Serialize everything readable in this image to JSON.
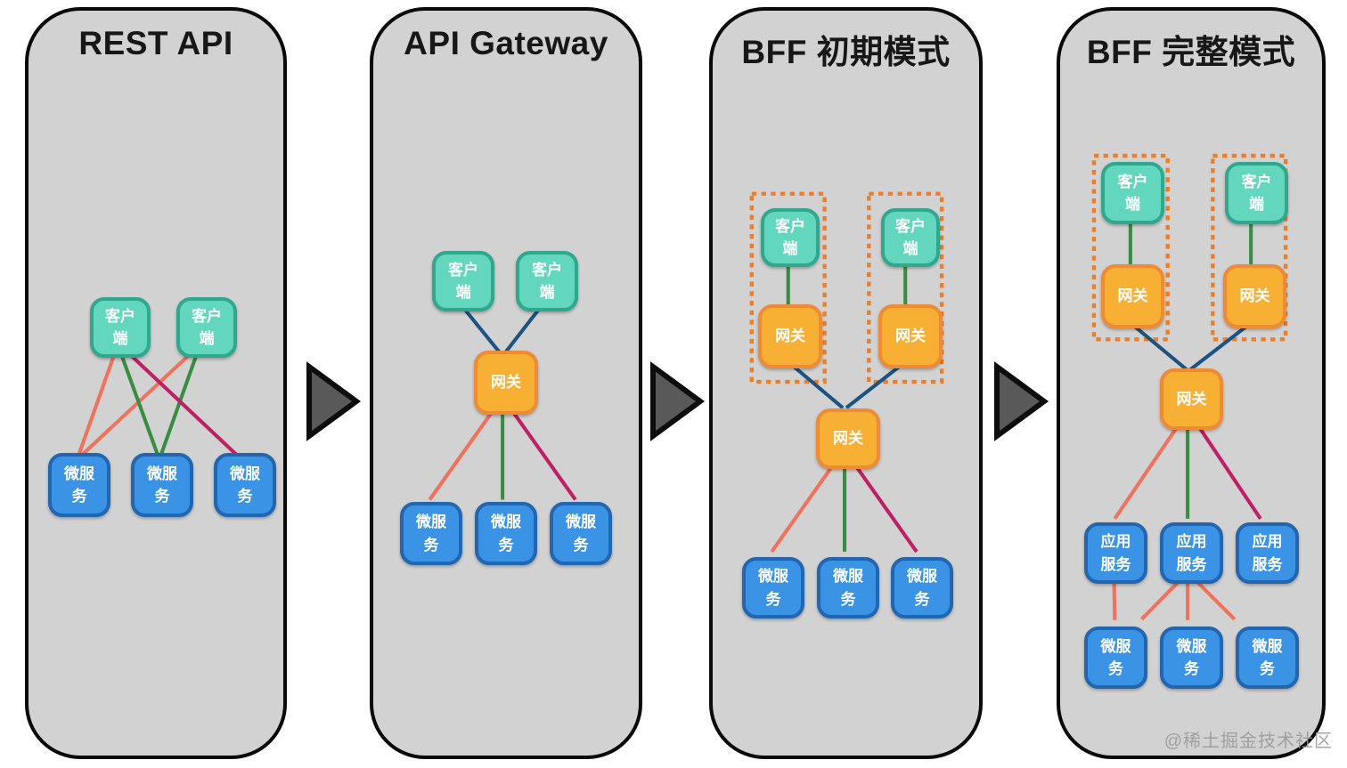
{
  "panels": [
    {
      "title": "REST API"
    },
    {
      "title": "API Gateway"
    },
    {
      "title": "BFF 初期模式"
    },
    {
      "title": "BFF 完整模式"
    }
  ],
  "labels": {
    "client": "客户端",
    "gateway": "网关",
    "microservice": "微服务",
    "app_service": "应用服务"
  },
  "watermark": "@稀土掘金技术社区",
  "colors": {
    "panel_bg": "#d2d2d2",
    "panel_border": "#0a0a0a",
    "client_fill": "#62d7bd",
    "client_border": "#2fa88e",
    "service_fill": "#3b93e6",
    "service_border": "#2166b1",
    "gateway_fill": "#f7b033",
    "gateway_border": "#ee8b34",
    "link_orange": "#f0715c",
    "link_green": "#398d42",
    "link_magenta": "#bf1f63",
    "link_navy": "#1d5382",
    "bff_group_border": "#ee7d27",
    "arrow_fill": "#595959",
    "arrow_border": "#0d0d0d"
  }
}
